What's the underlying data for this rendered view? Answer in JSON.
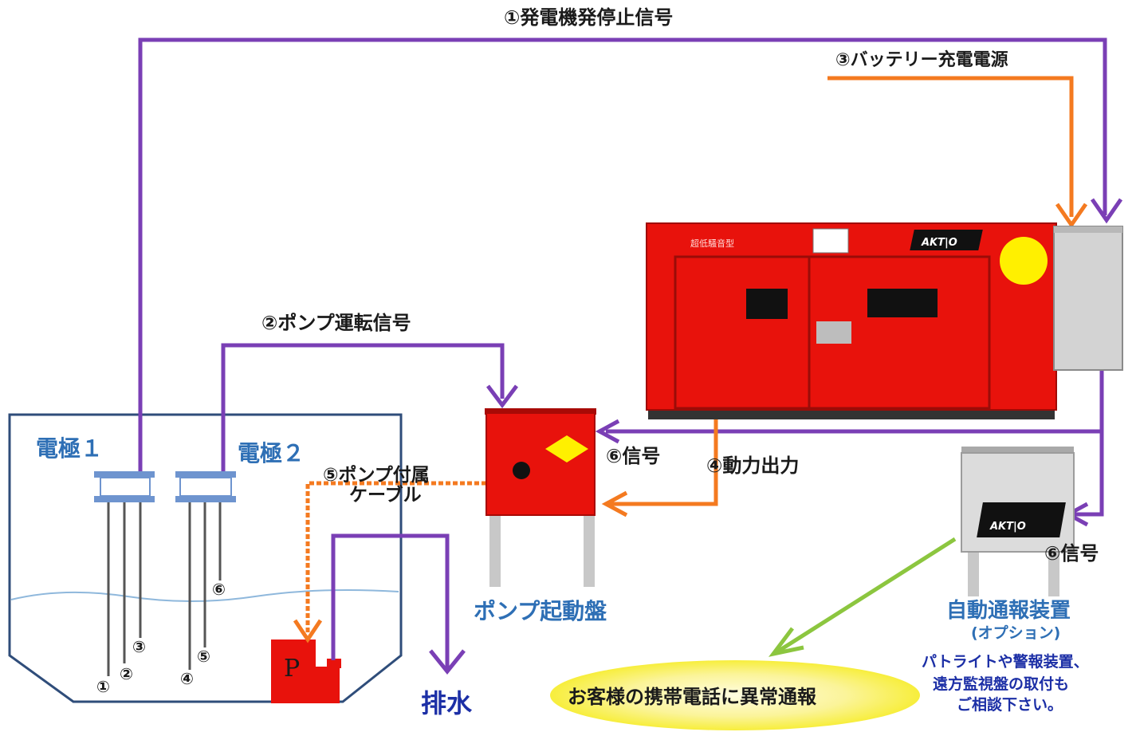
{
  "signals": {
    "generator_start_stop": "①発電機発停止信号",
    "battery_charge": "③バッテリー充電電源",
    "pump_run": "②ポンプ運転信号",
    "pump_cable_1": "⑤ポンプ付属",
    "pump_cable_2": "ケーブル",
    "signal_6a": "⑥信号",
    "power_output": "④動力出力",
    "signal_6b": "⑥信号"
  },
  "tank": {
    "electrode1": "電極１",
    "electrode2": "電極２",
    "markers": [
      "①",
      "②",
      "③",
      "④",
      "⑤",
      "⑥"
    ],
    "pump_letter": "P",
    "drain": "排水"
  },
  "pump_panel": {
    "label": "ポンプ起動盤"
  },
  "generator": {
    "brand": "AKT|O",
    "small_text": "超低騒音型"
  },
  "alarm_device": {
    "label": "自動通報装置",
    "option": "(オプション)",
    "brand": "AKT|O",
    "note_1": "パトライトや警報装置、",
    "note_2": "遠方監視盤の取付も",
    "note_3": "ご相談下さい。"
  },
  "customer": {
    "text": "お客様の携帯電話に異常通報"
  },
  "colors": {
    "signal_line": "#7a3fb5",
    "power_line": "#f47a20",
    "notify_arrow": "#8cc63f",
    "generator_red": "#e8120c",
    "ellipse_yellow": "#f7ee3c",
    "label_blue": "#2e6fb5"
  }
}
